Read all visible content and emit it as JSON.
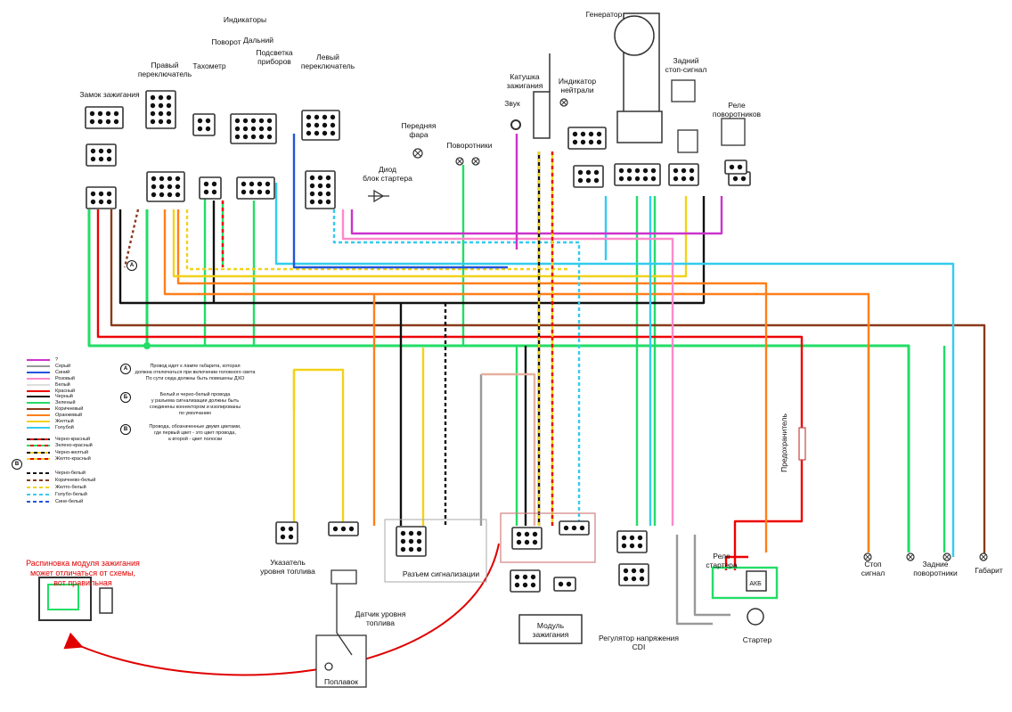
{
  "labels": {
    "ignition_lock": "Замок зажигания",
    "right_switch": "Правый\nпереключатель",
    "tachometer": "Тахометр",
    "indicators": "Индикаторы",
    "turn": "Поворот",
    "high_beam": "Дальний",
    "dash_light": "Подсветка\nприборов",
    "left_switch": "Левый\nпереключатель",
    "headlight": "Передняя\nфара",
    "diode": "Диод\nблок стартера",
    "turn_signals": "Поворотники",
    "horn": "Звук",
    "ignition_coil": "Катушка\nзажигания",
    "neutral": "Индикатор\nнейтрали",
    "generator": "Генератор",
    "rear_stop": "Задний\nстоп-сигнал",
    "turn_relay": "Реле\nповоротников",
    "fuel_gauge": "Указатель\nуровня топлива",
    "fuel_sensor": "Датчик уровня\nтоплива",
    "float": "Поплавок",
    "alarm_connector": "Разъем сигнализации",
    "ignition_module": "Модуль\nзажигания",
    "regulator": "Регулятор напряжения\nCDI",
    "starter_relay": "Реле\nстартера",
    "battery": "АКБ",
    "starter": "Стартер",
    "fuse": "Предохранитель",
    "stop_signal": "Стоп\nсигнал",
    "rear_turns": "Задние\nповоротники",
    "gabarit": "Габарит",
    "marker_a": "A"
  },
  "legend": {
    "solid": [
      {
        "name": "?",
        "color": "#cc33cc"
      },
      {
        "name": "Серый",
        "color": "#999999"
      },
      {
        "name": "Синий",
        "color": "#2255dd"
      },
      {
        "name": "Розовый",
        "color": "#ff88cc"
      },
      {
        "name": "Белый",
        "color": "#dddddd"
      },
      {
        "name": "Красный",
        "color": "#ee0000"
      },
      {
        "name": "Черный",
        "color": "#111111"
      },
      {
        "name": "Зеленый",
        "color": "#22dd66"
      },
      {
        "name": "Коричневый",
        "color": "#8b3a1a"
      },
      {
        "name": "Оранжевый",
        "color": "#ff7f1a"
      },
      {
        "name": "Желтый",
        "color": "#f2d21a"
      },
      {
        "name": "Голубой",
        "color": "#33ccee"
      }
    ],
    "striped": [
      {
        "name": "Черно-красный",
        "a": "#111111",
        "b": "#ee0000"
      },
      {
        "name": "Зелено-красный",
        "a": "#22dd66",
        "b": "#ee0000"
      },
      {
        "name": "Черно-желтый",
        "a": "#111111",
        "b": "#f2d21a"
      },
      {
        "name": "Желто-красный",
        "a": "#f2d21a",
        "b": "#ee0000"
      }
    ],
    "dashed": [
      {
        "name": "Черно-белый",
        "color": "#111111"
      },
      {
        "name": "Коричнево-белый",
        "color": "#8b3a1a"
      },
      {
        "name": "Желто-белый",
        "color": "#f2d21a"
      },
      {
        "name": "Голубо-белый",
        "color": "#33ccee"
      },
      {
        "name": "Сине-белый",
        "color": "#2255dd"
      }
    ],
    "section_b_mark": "B"
  },
  "notes": [
    {
      "mark": "A",
      "text": "Провод идет к лампе габарита, которая\nдолжна отключаться при включении головного света\nПо сути сюда должны быть повешены ДХО"
    },
    {
      "mark": "Б",
      "text": "Белый и черно-белый провода\nу разъема сигнализации должны быть\nсоединены коннектором и изолированы\nпо умолчанию"
    },
    {
      "mark": "B",
      "text": "Провода, обозначенные двумя цветами,\nгде первый цвет - это цвет провода,\nа второй - цвет полоски"
    }
  ],
  "warning": "Распиновка модуля зажигания\nможет отличаться от схемы,\nвот правильная",
  "colors": {
    "green": "#22dd66",
    "red": "#ee0000",
    "black": "#111111",
    "brown": "#8b3a1a",
    "orange": "#ff7f1a",
    "yellow": "#f2d21a",
    "cyan": "#33ccee",
    "blue": "#2255dd",
    "pink": "#ff88cc",
    "purple": "#cc33cc",
    "gray": "#999999",
    "white": "#dddddd",
    "connector": "#333333",
    "annotation_red": "#e00000"
  }
}
